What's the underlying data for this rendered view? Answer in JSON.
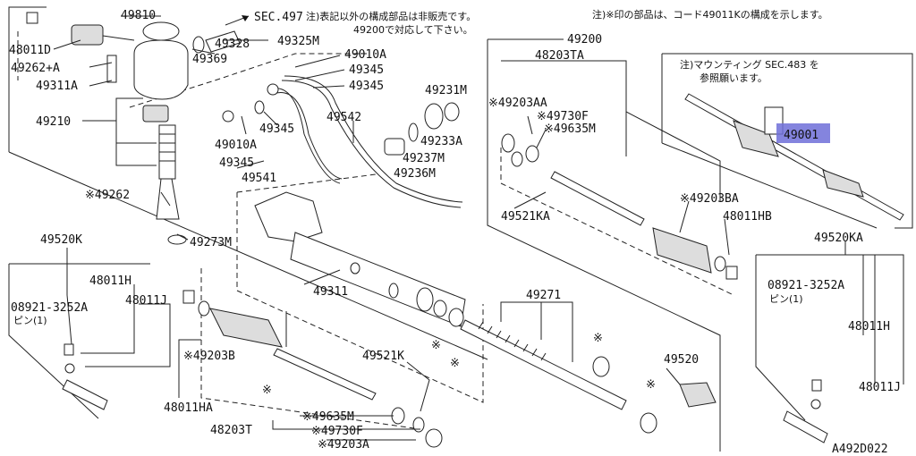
{
  "notes": {
    "top_right": "注)※印の部品は、コード49011Kの構成を示します。",
    "top_center_1": "注)表記以外の構成部品は非販売です。",
    "top_center_2": "49200で対応して下さい。",
    "mounting_1": "注)マウンティング SEC.483 を",
    "mounting_2": "参照願います。",
    "sec_ref": "SEC.497",
    "drawing_code": "A492D022"
  },
  "highlight": {
    "label": "49001",
    "color": "#6f6fd8"
  },
  "labels": [
    "49810",
    "48011D",
    "49262+A",
    "49311A",
    "49210",
    "49328",
    "49325M",
    "49369",
    "49010A",
    "49345",
    "49345",
    "49010A",
    "49345",
    "49345",
    "49542",
    "49231M",
    "49233A",
    "49237M",
    "49236M",
    "49541",
    "※49262",
    "49273M",
    "49311",
    "49200",
    "48203TA",
    "※49203AA",
    "※49730F",
    "※49635M",
    "49521KA",
    "※49203BA",
    "48011HB",
    "49520KA",
    "08921-3252A",
    "ピン(1)",
    "48011H",
    "48011J",
    "49520K",
    "48011H",
    "08921-3252A",
    "ピン(1)",
    "48011J",
    "※49203B",
    "49521K",
    "48011HA",
    "48203T",
    "※49635M",
    "※49730F",
    "※49203A",
    "49271",
    "49520",
    "※",
    "※",
    "※",
    "※",
    "※"
  ]
}
